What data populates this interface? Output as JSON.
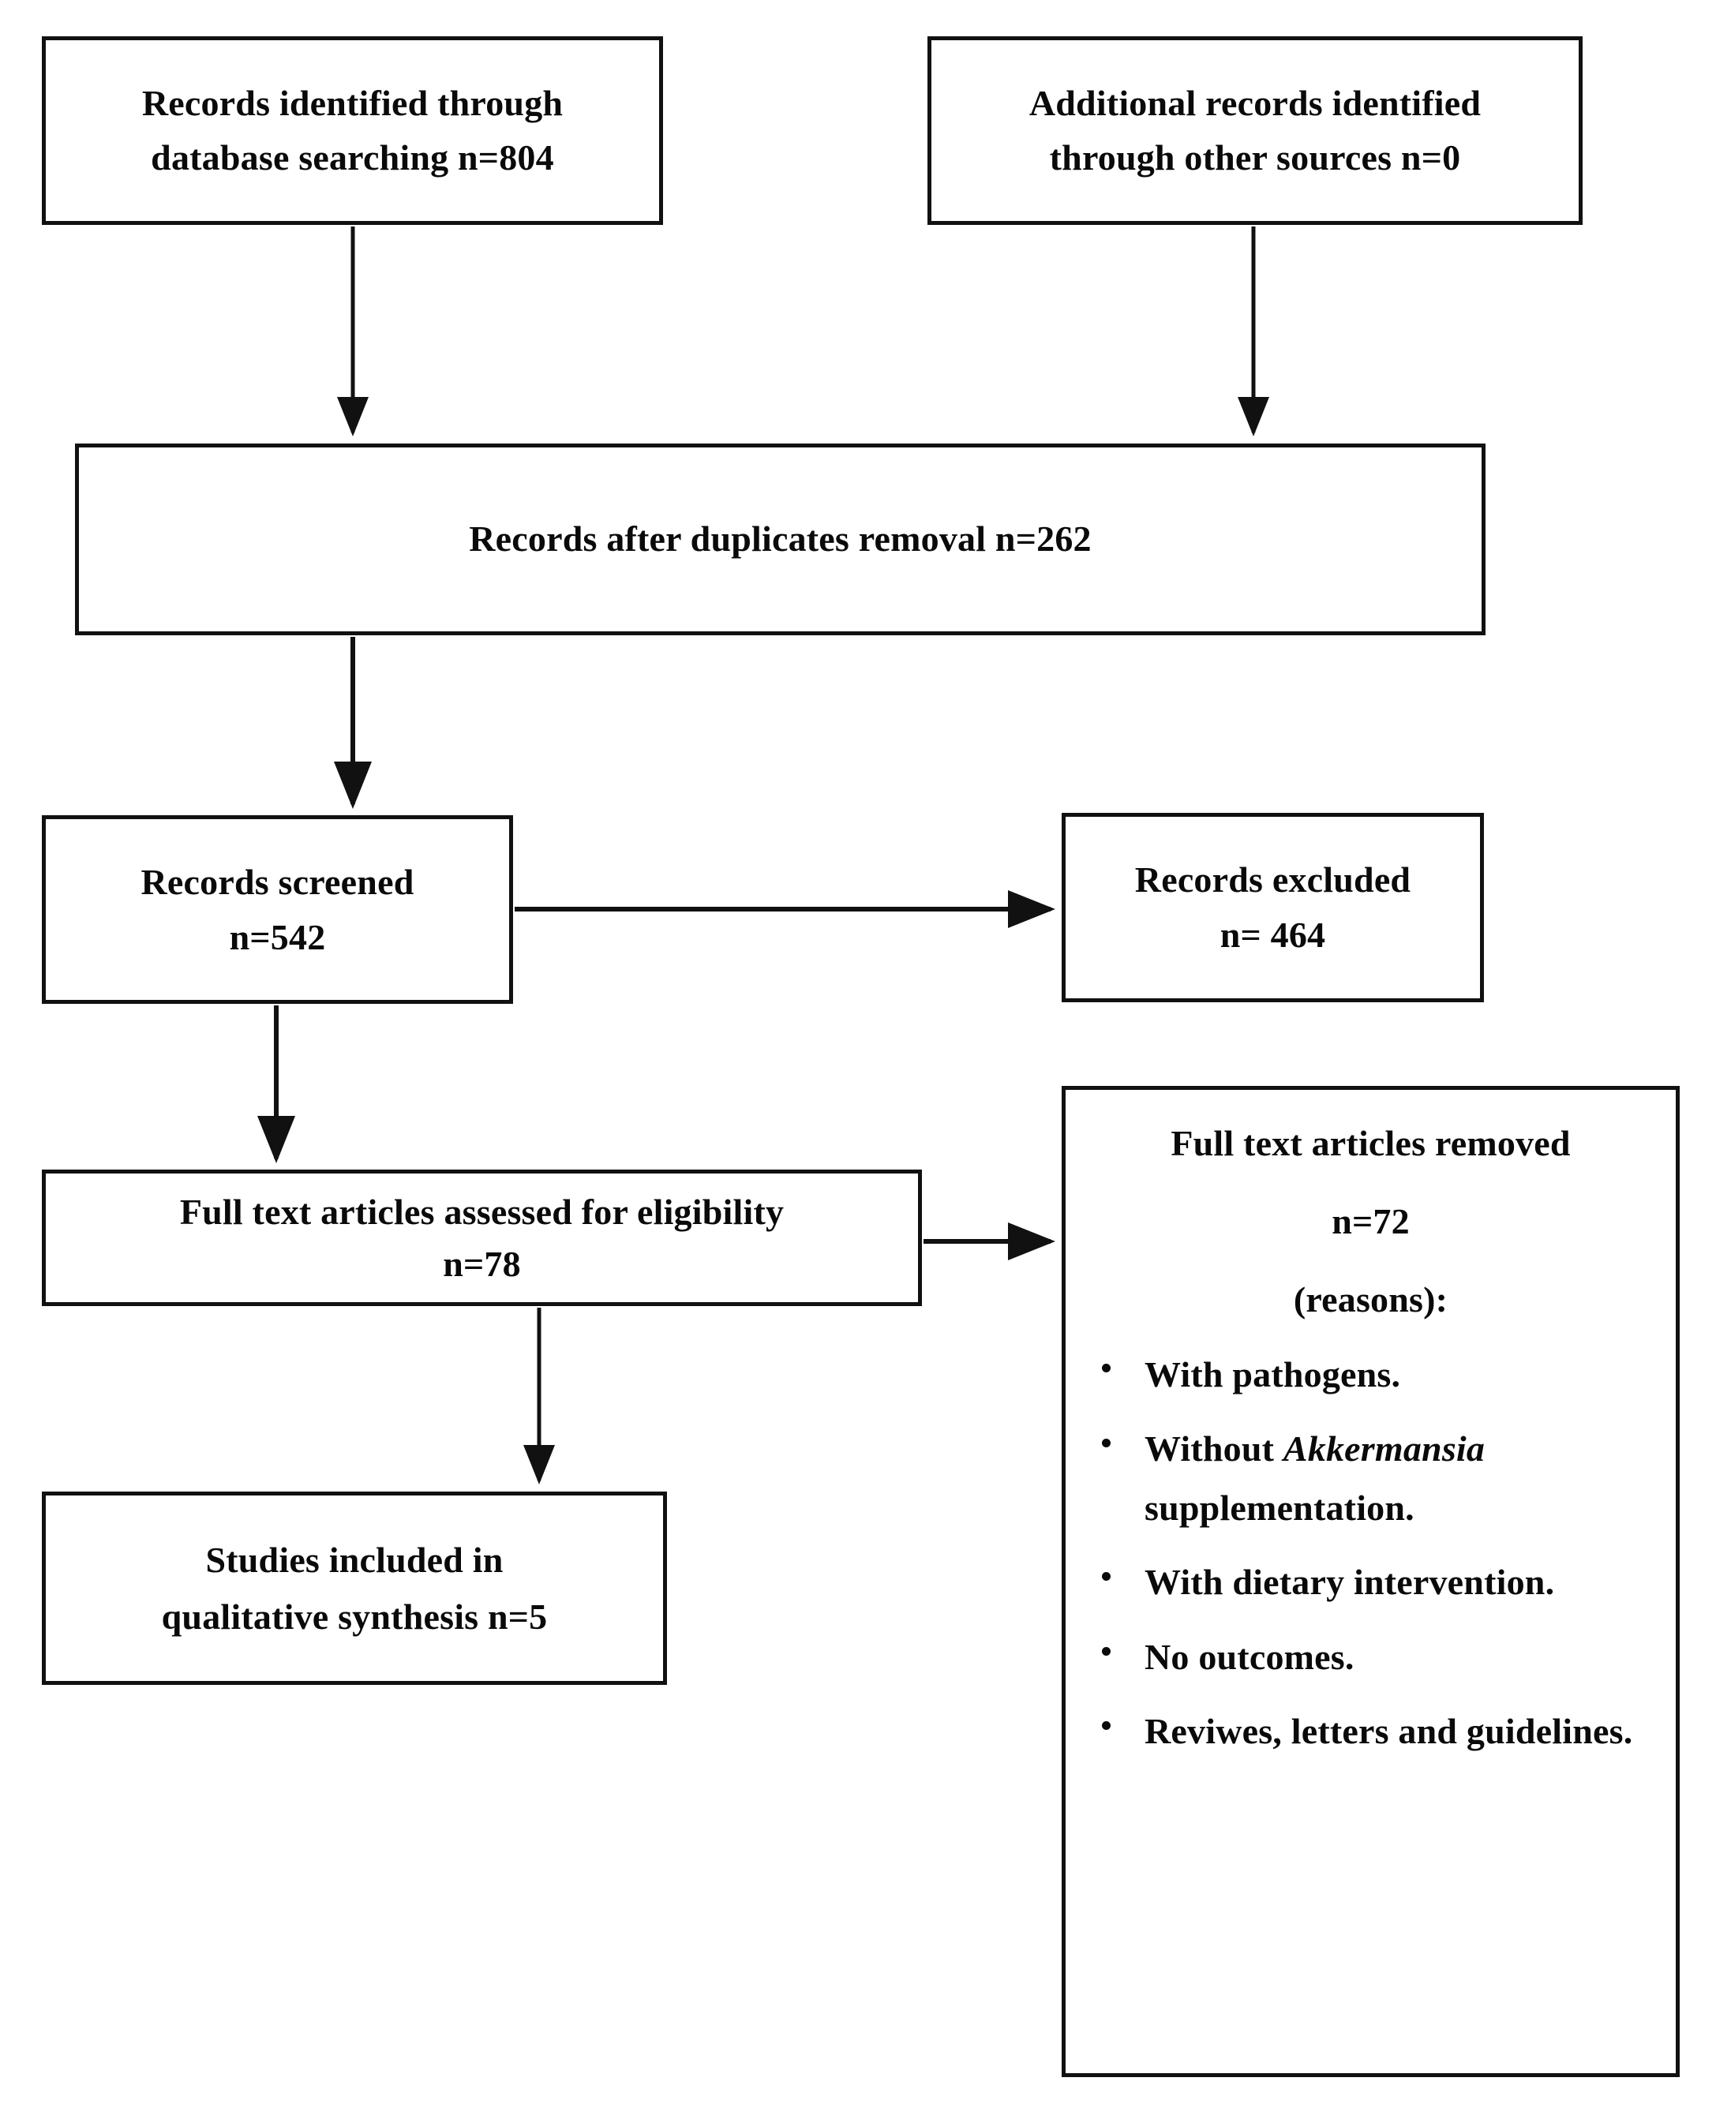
{
  "diagram": {
    "type": "prisma-flow-diagram",
    "nodes": {
      "database": {
        "line1": "Records identified through",
        "line2": "database searching n=804",
        "count": 804
      },
      "other_sources": {
        "line1": "Additional records identified",
        "line2": "through other sources n=0",
        "count": 0
      },
      "duplicates_removed": {
        "line1": "Records after duplicates removal n=262",
        "count": 262
      },
      "records_screened": {
        "line1": "Records screened",
        "line2": "n=542",
        "count": 542
      },
      "records_excluded": {
        "line1": "Records excluded",
        "line2": "n= 464",
        "count": 464
      },
      "eligibility": {
        "line1": "Full text articles assessed for eligibility",
        "line2": "n=78",
        "count": 78
      },
      "studies_included": {
        "line1": "Studies included in",
        "line2": "qualitative synthesis n=5",
        "count": 5
      },
      "full_text_removed": {
        "line1": "Full text articles removed",
        "line2": "n=72",
        "line3": "(reasons):",
        "count": 72,
        "reasons": [
          {
            "prefix": "With pathogens.",
            "italic": "",
            "suffix": ""
          },
          {
            "prefix": "Without ",
            "italic": "Akkermansia",
            "suffix": " supplementation."
          },
          {
            "prefix": "With dietary intervention.",
            "italic": "",
            "suffix": ""
          },
          {
            "prefix": "No outcomes.",
            "italic": "",
            "suffix": ""
          },
          {
            "prefix": "Reviwes, letters and guidelines.",
            "italic": "",
            "suffix": ""
          }
        ]
      }
    },
    "colors": {
      "stroke": "#111111",
      "background": "#ffffff",
      "text": "#0a0a0a"
    }
  }
}
